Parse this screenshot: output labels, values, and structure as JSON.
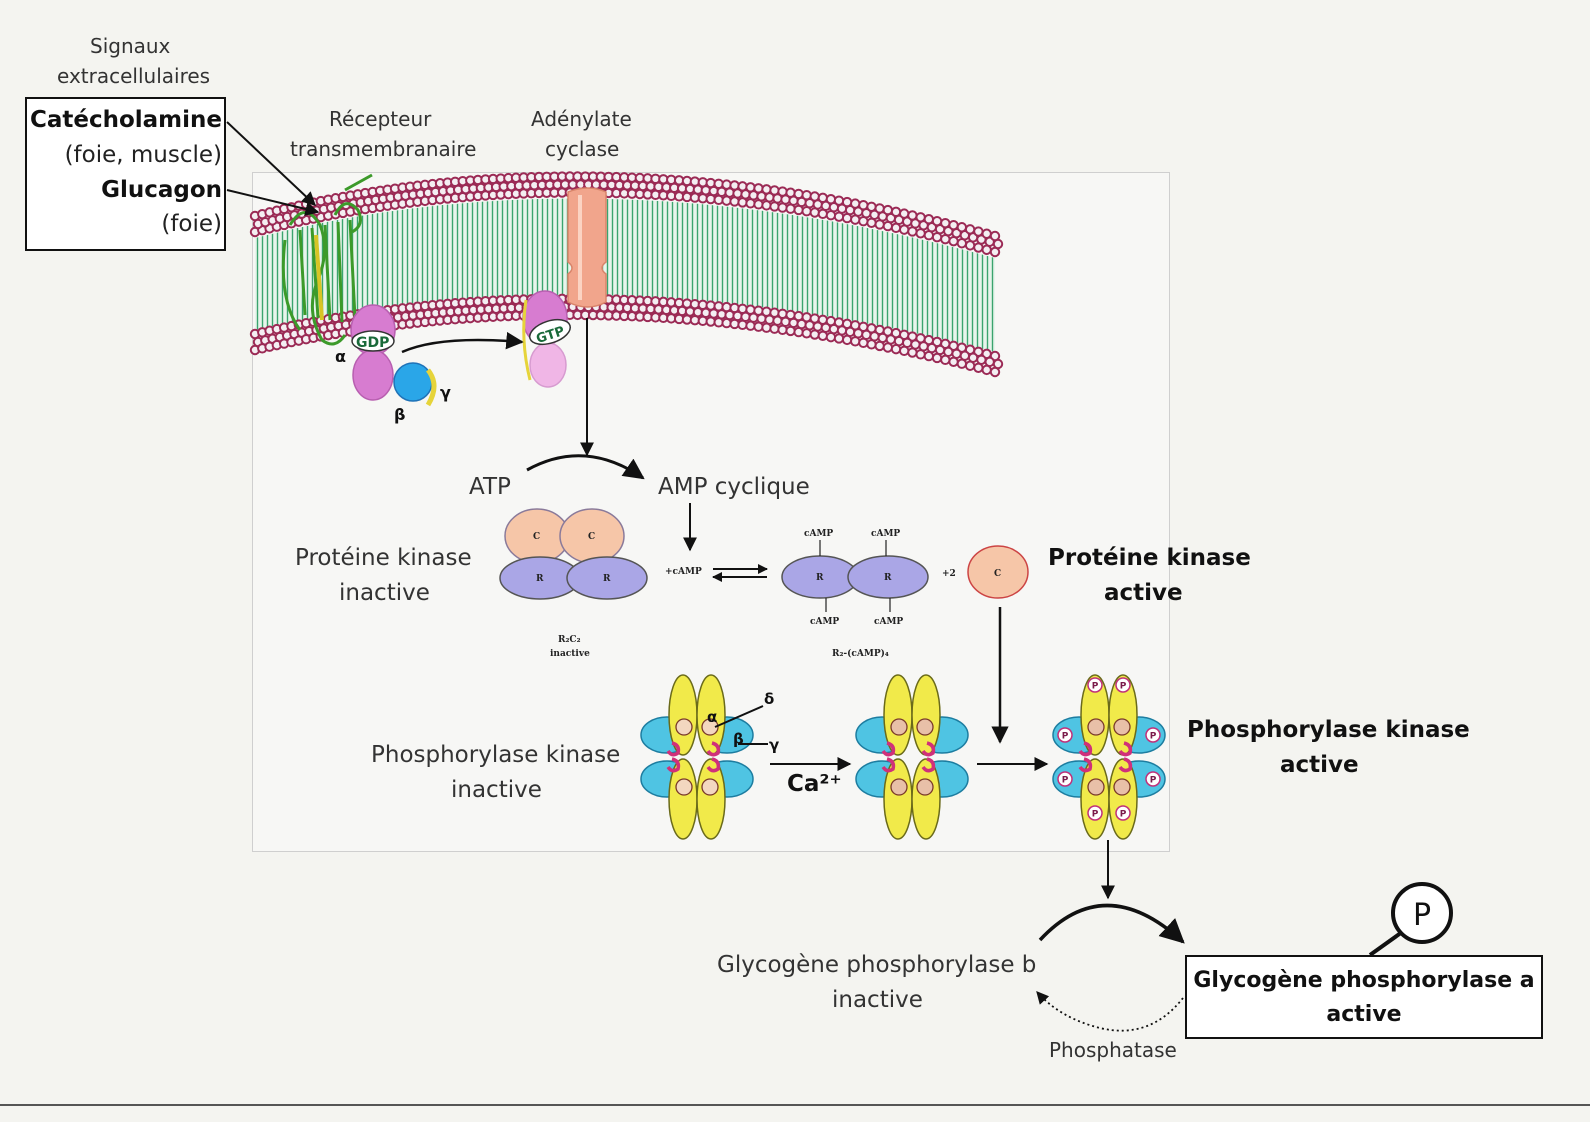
{
  "signals": {
    "header_line1": "Signaux",
    "header_line2": "extracellulaires",
    "catecholamine": "Catécholamine",
    "catecholamine_target": "(foie, muscle)",
    "glucagon": "Glucagon",
    "glucagon_target": "(foie)"
  },
  "receptor_label": {
    "line1": "Récepteur",
    "line2": "transmembranaire"
  },
  "cyclase_label": {
    "line1": "Adénylate",
    "line2": "cyclase"
  },
  "gprotein": {
    "gdp": "GDP",
    "gtp": "GTP",
    "alpha": "α",
    "beta": "β",
    "gamma": "γ"
  },
  "camp_step": {
    "atp": "ATP",
    "camp": "AMP cyclique"
  },
  "pka_inactive": {
    "line1": "Protéine kinase",
    "line2": "inactive"
  },
  "pka_active": {
    "line1": "Protéine kinase",
    "line2": "active"
  },
  "pka_small": {
    "c": "C",
    "r": "R",
    "plus_camp": "+cAMP",
    "camp": "cAMP",
    "plus2": "+2",
    "r2c2": "R₂C₂",
    "inactive": "inactive",
    "r2camp": "R₂-(cAMP)₄"
  },
  "phk_inactive": {
    "line1": "Phosphorylase  kinase",
    "line2": "inactive"
  },
  "phk_active": {
    "line1": "Phosphorylase kinase",
    "line2": "active"
  },
  "phk_subunits": {
    "alpha": "α",
    "beta": "β",
    "gamma": "γ",
    "delta": "δ",
    "calcium": "Ca²⁺",
    "p": "P"
  },
  "gp_b": {
    "line1": "Glycogène phosphorylase  b",
    "line2": "inactive"
  },
  "gp_a": {
    "line1": "Glycogène phosphorylase a",
    "line2": "active"
  },
  "phosphate_symbol": "P",
  "phosphatase": "Phosphatase",
  "colors": {
    "membrane_head": "#9b2a55",
    "membrane_tail": "#3aa46e",
    "gprotein": "#d77cd0",
    "cyclase": "#f1a58c",
    "pka_c": "#f6c6a8",
    "pka_r": "#aaa6e6",
    "phk_yellow": "#f1ea4a",
    "phk_cyan": "#4fc4e3"
  }
}
